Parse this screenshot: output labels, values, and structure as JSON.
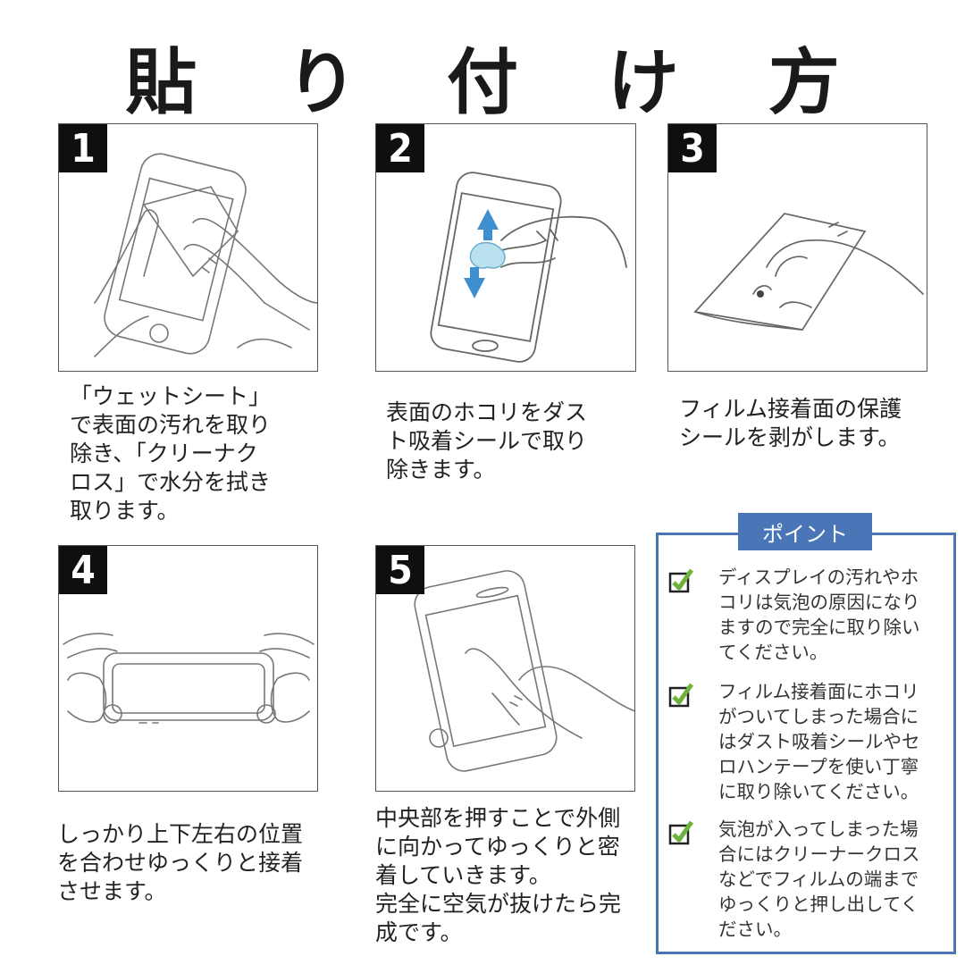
{
  "title": "貼 り 付 け 方",
  "steps": [
    {
      "num": "1",
      "caption": [
        "「ウェットシート」",
        "で表面の汚れを取り",
        "除き、「クリーナク",
        "ロス」で水分を拭き",
        "取ります。"
      ]
    },
    {
      "num": "2",
      "caption": [
        "表面のホコリをダス",
        "ト吸着シールで取り",
        "除きます。"
      ]
    },
    {
      "num": "3",
      "caption": [
        "フィルム接着面の保護",
        "シールを剥がします。"
      ]
    },
    {
      "num": "4",
      "caption": [
        "しっかり上下左右の位置",
        "を合わせゆっくりと接着",
        "させます。"
      ]
    },
    {
      "num": "5",
      "caption": [
        "中央部を押すことで外側",
        "に向かってゆっくりと密",
        "着していきます。",
        "完全に空気が抜けたら完",
        "成です。"
      ]
    }
  ],
  "point": {
    "label": "ポイント",
    "items": [
      [
        "ディスプレイの汚れやホ",
        "コリは気泡の原因になり",
        "ますので完全に取り除い",
        "てください。"
      ],
      [
        "フィルム接着面にホコリ",
        "がついてしまった場合に",
        "はダスト吸着シールやセ",
        "ロハンテープを使い丁寧",
        "に取り除いてください。"
      ],
      [
        "気泡が入ってしまった場",
        "合にはクリーナークロス",
        "などでフィルムの端まで",
        "ゆっくりと押し出してく",
        "ださい。"
      ]
    ]
  },
  "colors": {
    "accent": "#4a76b8",
    "check_green": "#6cb33e",
    "number_bg": "#0f0f0f"
  }
}
